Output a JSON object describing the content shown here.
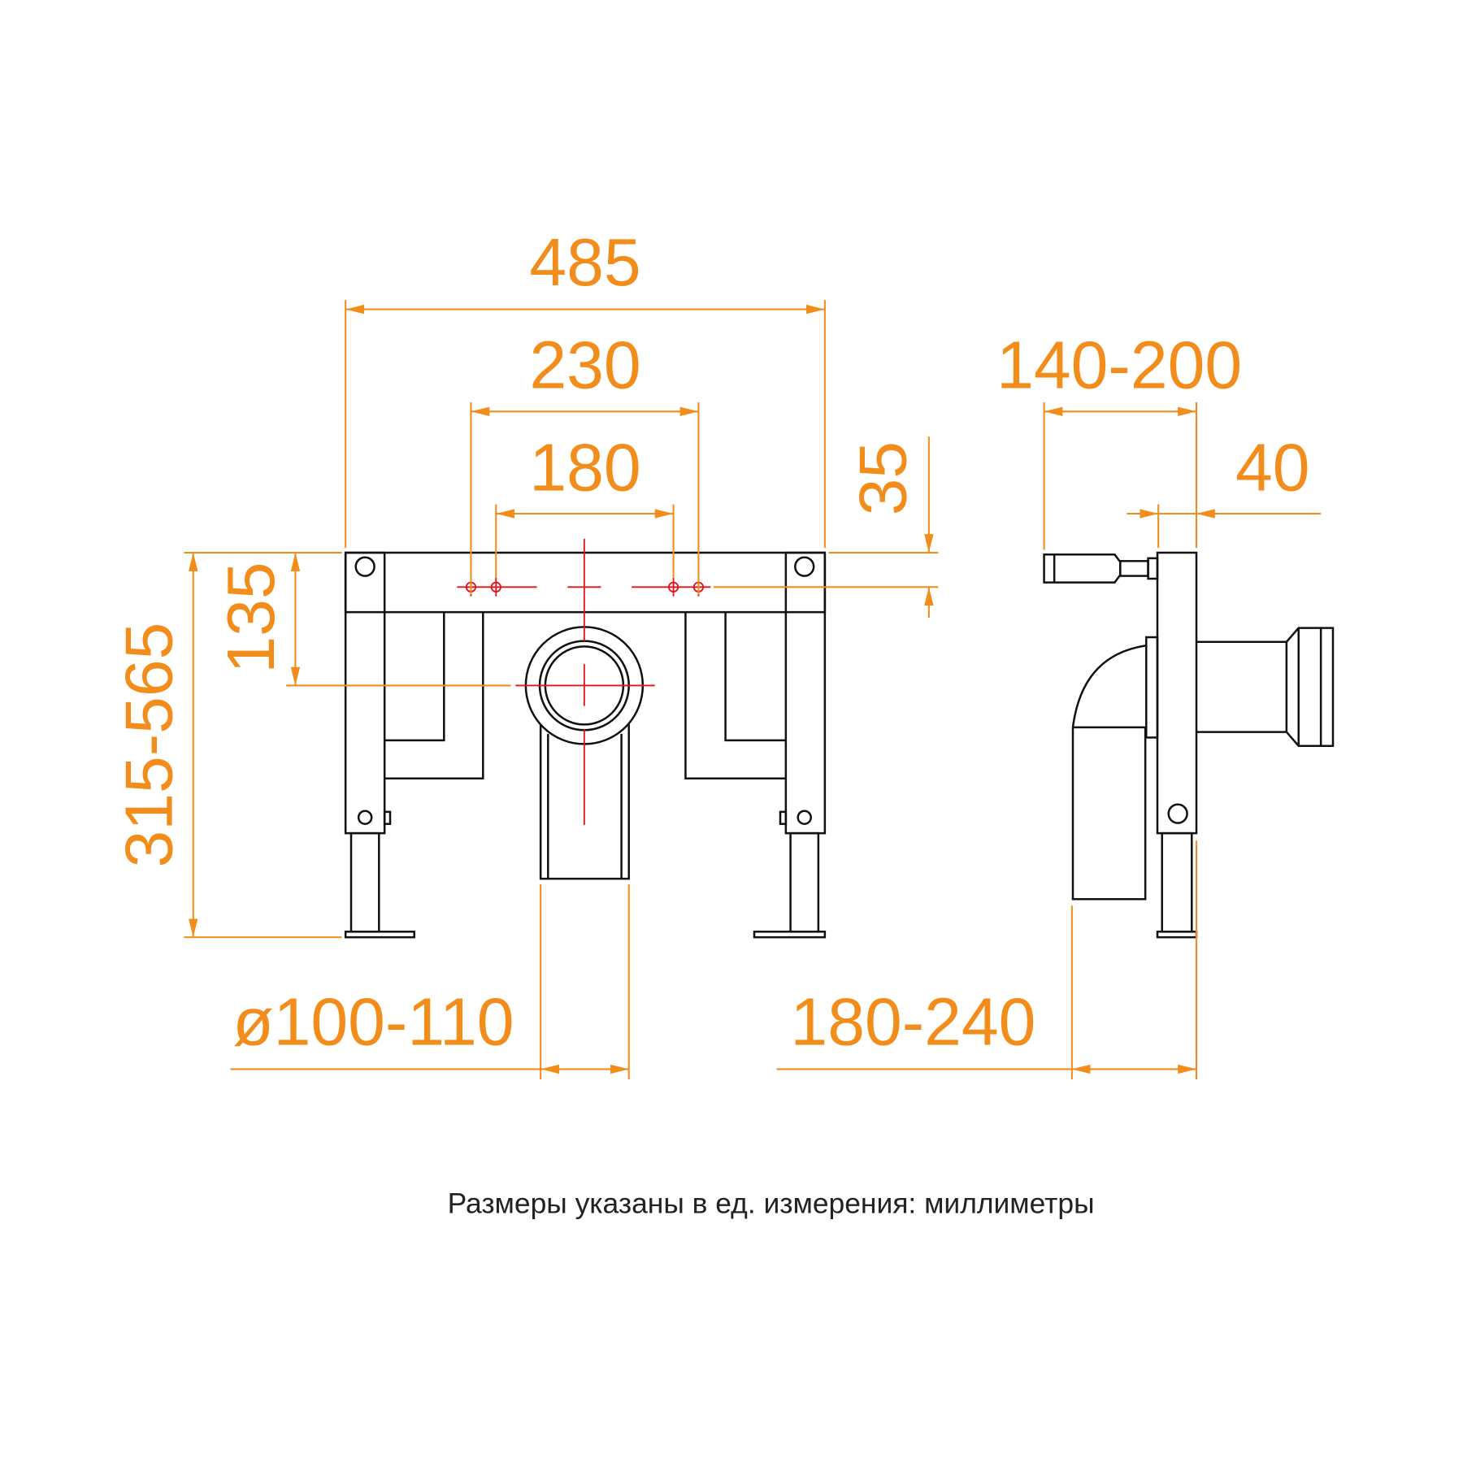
{
  "colors": {
    "dimension": "#f28c1b",
    "centerline": "#e3121b",
    "outline": "#111111"
  },
  "dimensions": {
    "overall_width": "485",
    "outer_holes": "230",
    "inner_holes": "180",
    "hole_offset": "35",
    "outlet_height": "135",
    "frame_height": "315-565",
    "pipe_diameter": "ø100-110",
    "handle_depth": "140-200",
    "frame_depth": "40",
    "base_depth": "180-240"
  },
  "caption": "Размеры указаны в ед. измерения: миллиметры"
}
